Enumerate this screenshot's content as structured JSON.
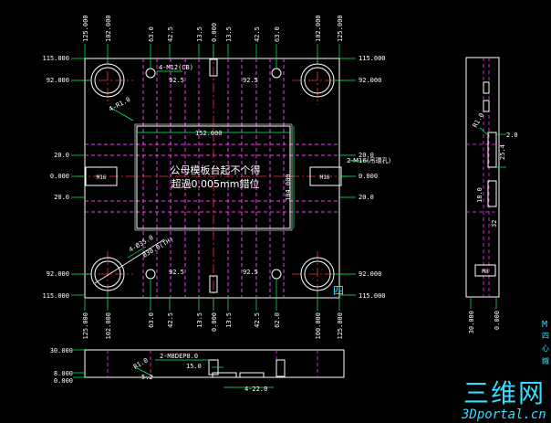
{
  "colors": {
    "background": "#000000",
    "outline": "#ffffff",
    "dimension": "#00ff66",
    "dimension_text": "#ffffff",
    "hidden": "#ff33ff",
    "center": "#ff3333",
    "note": "#ffffff",
    "watermark": "#33ddff"
  },
  "top_dims": [
    "125.000",
    "102.000",
    "63.0",
    "42.5",
    "13.5",
    "0.000",
    "13.5",
    "42.5",
    "63.0",
    "102.000",
    "125.000"
  ],
  "bottom_dims": [
    "125.000",
    "102.000",
    "63.0",
    "42.5",
    "13.5",
    "0.000",
    "13.5",
    "42.5",
    "62.0",
    "100.000",
    "125.000"
  ],
  "left_dims": [
    "115.000",
    "92.000",
    "20.0",
    "0.000",
    "20.0",
    "92.000",
    "115.000"
  ],
  "right_dims": [
    "115.000",
    "92.000",
    "20.0",
    "0.000",
    "20.0",
    "92.000",
    "115.000"
  ],
  "labels": {
    "m12": "4-M12(CB)",
    "p925_tl": "92.5",
    "p925_tr": "92.5",
    "p925_bl": "92.5",
    "p925_br": "92.5",
    "r_corner": "4-R1.0",
    "width": "152.000",
    "height": "104.000",
    "m16": "2-M16(吊環孔)",
    "m16_tag_l": "M16",
    "m16_tag_r": "M16",
    "dia35": "4-Ø35.0",
    "dia30": "Ø30.0(TH)"
  },
  "note": {
    "line1": "公母模板台起不个得",
    "line2": "超過0.005mm錯位"
  },
  "side_view": {
    "r_label": "R1.0",
    "d1": "2.0",
    "d2": "25.4",
    "d3": "18.0",
    "d4": "32",
    "tag": "M8",
    "bottom_left": "30.000",
    "bottom_right": "0.000"
  },
  "bottom_view": {
    "left_dims": [
      "30.000",
      "8.000",
      "0.000"
    ],
    "callout": "2-M8DEP8.0",
    "d15": "15.0",
    "r_label": "R1.0",
    "d52": "5.2",
    "d22": "4-22.0"
  },
  "watermark": {
    "brand": "三维网",
    "url": "3Dportal.cn",
    "side_chars": [
      "M",
      "四",
      "心",
      "鐵"
    ]
  }
}
